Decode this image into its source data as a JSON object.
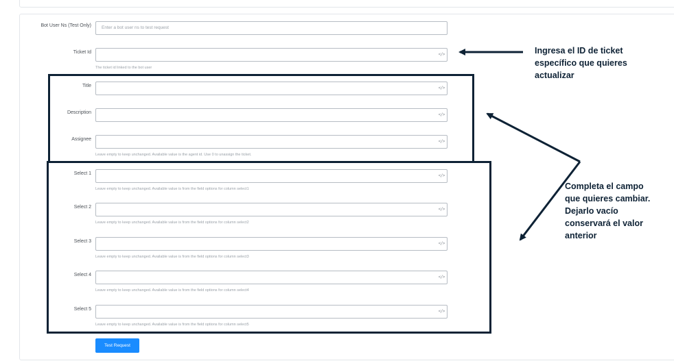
{
  "form": {
    "fields": [
      {
        "label": "Bot User Ns (Test Only)",
        "placeholder": "Enter a bot user ns to test request",
        "code_icon": "",
        "help": ""
      },
      {
        "label": "Ticket Id",
        "placeholder": "",
        "code_icon": "</>",
        "help": "The ticket id linked to the bot user"
      },
      {
        "label": "Title",
        "placeholder": "",
        "code_icon": "</>",
        "help": ""
      },
      {
        "label": "Description",
        "placeholder": "",
        "code_icon": "</>",
        "help": ""
      },
      {
        "label": "Assignee",
        "placeholder": "",
        "code_icon": "</>",
        "help": "Leave empty to keep unchanged. Available value is the agent id. Use 0 to unassign the ticket."
      },
      {
        "label": "Select 1",
        "placeholder": "",
        "code_icon": "</>",
        "help": "Leave empty to keep unchanged. Available value is from the field options for column select1"
      },
      {
        "label": "Select 2",
        "placeholder": "",
        "code_icon": "</>",
        "help": "Leave empty to keep unchanged. Available value is from the field options for column select2"
      },
      {
        "label": "Select 3",
        "placeholder": "",
        "code_icon": "</>",
        "help": "Leave empty to keep unchanged. Available value is from the field options for column select3"
      },
      {
        "label": "Select 4",
        "placeholder": "",
        "code_icon": "</>",
        "help": "Leave empty to keep unchanged. Available value is from the field options for column select4"
      },
      {
        "label": "Select 5",
        "placeholder": "",
        "code_icon": "</>",
        "help": "Leave empty to keep unchanged. Available value is from the field options for column select5"
      }
    ],
    "test_button": "Test Request"
  },
  "annotations": {
    "ticket_note": [
      "Ingresa el ID de ticket",
      "específico que quieres",
      "actualizar"
    ],
    "fields_note": [
      "Completa el campo",
      "que quieres cambiar.",
      "Dejarlo vacío",
      "conservará el valor",
      "anterior"
    ]
  },
  "colors": {
    "button": "#1a8cff",
    "annotation": "#0e2235",
    "input_border": "#b6bcc3"
  }
}
